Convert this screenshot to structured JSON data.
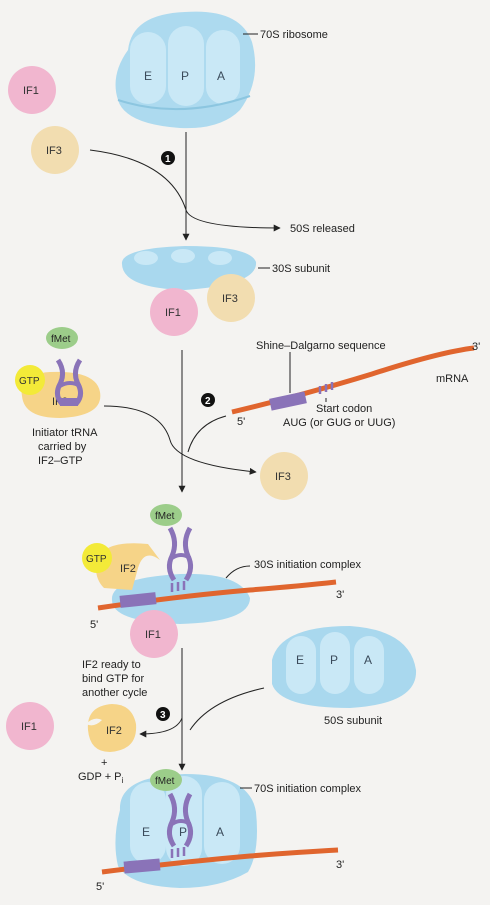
{
  "factors": {
    "if1": "IF1",
    "if2": "IF2",
    "if3": "IF3",
    "gtp": "GTP",
    "fmet": "fMet"
  },
  "sites": {
    "e": "E",
    "p": "P",
    "a": "A"
  },
  "labels": {
    "ribosome_70s": "70S ribosome",
    "released_50s": "50S released",
    "subunit_30s": "30S subunit",
    "shine_dalgarno": "Shine–Dalgarno sequence",
    "mrna": "mRNA",
    "start_codon_1": "Start codon",
    "start_codon_2": "AUG (or GUG or UUG)",
    "initiator_1": "Initiator tRNA",
    "initiator_2": "carried by",
    "initiator_3": "IF2–GTP",
    "initiation_complex_30s": "30S initiation complex",
    "if2_ready_1": "IF2 ready to",
    "if2_ready_2": "bind GTP for",
    "if2_ready_3": "another cycle",
    "subunit_50s": "50S subunit",
    "gdp_plus": "+",
    "gdp_pi": "GDP + P",
    "pi_sub": "i",
    "initiation_complex_70s": "70S initiation complex",
    "five_prime": "5'",
    "three_prime": "3'"
  },
  "steps": [
    "1",
    "2",
    "3"
  ],
  "colors": {
    "ribosome": "#a9d8ee",
    "ribosome_light": "#c9e8f6",
    "if1": "#f1b6cf",
    "if3": "#f2ddb0",
    "if2": "#f6d488",
    "gtp": "#f3ea38",
    "fmet": "#9ccd8a",
    "trna": "#8a73b8",
    "mrna": "#e0652e"
  }
}
